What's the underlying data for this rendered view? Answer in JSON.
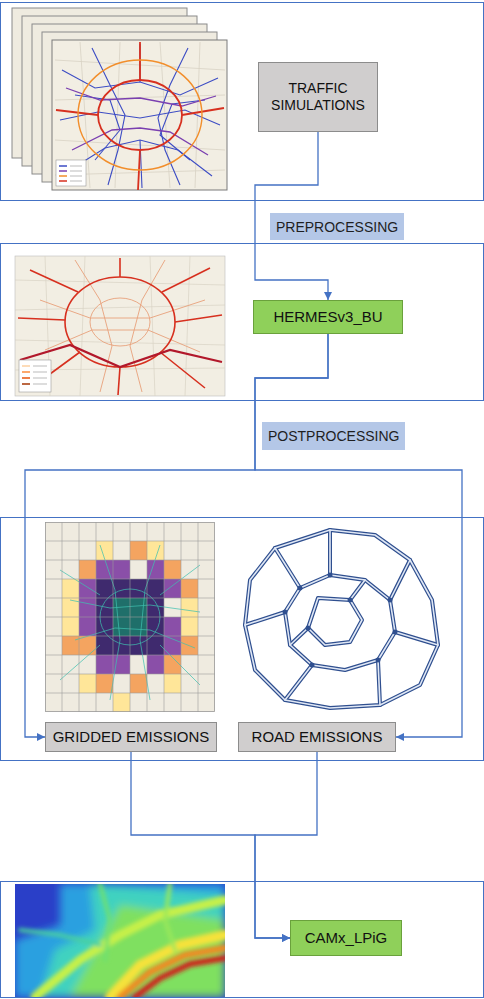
{
  "diagram": {
    "nodes": [
      {
        "text": [
          "TRAFFIC SIMULATIONS"
        ]
      },
      {
        "text": [
          "HERMESv3_BU"
        ]
      },
      {
        "text": [
          "GRIDDED EMISSIONS"
        ]
      },
      {
        "text": [
          "ROAD EMISSIONS"
        ]
      },
      {
        "text": [
          "CAMx_LPiG"
        ]
      }
    ],
    "edges": [
      {
        "from": 0,
        "to": 1,
        "arrow": "to",
        "label": "PREPROCESSING"
      },
      {
        "from": 1,
        "to": 2,
        "arrow": "to",
        "label": "POSTPROCESSING"
      },
      {
        "from": 1,
        "to": 3,
        "arrow": "to"
      },
      {
        "from": 2,
        "to": 4,
        "arrow": "to"
      },
      {
        "from": 3,
        "to": 4,
        "arrow": "to"
      }
    ]
  }
}
